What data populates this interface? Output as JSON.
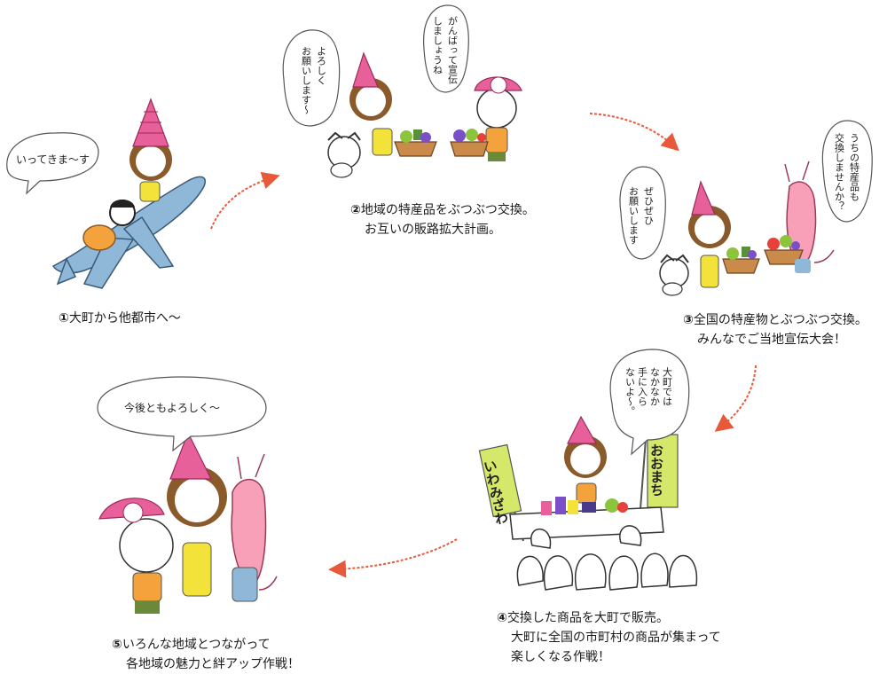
{
  "steps": [
    {
      "num": "①",
      "line1": "大町から他都市へ～",
      "line2": ""
    },
    {
      "num": "②",
      "line1": "地域の特産品をぶつぶつ交換。",
      "line2": "お互いの販路拡大計画。"
    },
    {
      "num": "③",
      "line1": "全国の特産物とぶつぶつ交換。",
      "line2": "みんなでご当地宣伝大会！"
    },
    {
      "num": "④",
      "line1": "交換した商品を大町で販売。",
      "line2": "大町に全国の市町村の商品が集まって",
      "line3": "楽しくなる作戦！"
    },
    {
      "num": "⑤",
      "line1": "いろんな地域とつながって",
      "line2": "各地域の魅力と絆アップ作戦！"
    }
  ],
  "bubbles": {
    "b1": "いってきま～す",
    "b2a": [
      "よろしく",
      "お願いします～"
    ],
    "b2b": [
      "がんばって宣伝",
      "しましょうね"
    ],
    "b3a": [
      "ぜひぜひ",
      "お願いします"
    ],
    "b3b": [
      "うちの特産品も",
      "交換しませんか？"
    ],
    "b4": [
      "大町では",
      "なかなか",
      "手に入ら",
      "ないよ～。"
    ],
    "b5": "今後ともよろしく～"
  },
  "signs": {
    "left": "いわみざわ",
    "right": "おおまち"
  },
  "colors": {
    "arrow": "#e8593a",
    "shell": "#e8609a",
    "face_ring": "#8a5a2b",
    "vest": "#f2e23a",
    "orange": "#f4a23c",
    "plane": "#8fb8d8",
    "pink": "#f7a0b8"
  }
}
